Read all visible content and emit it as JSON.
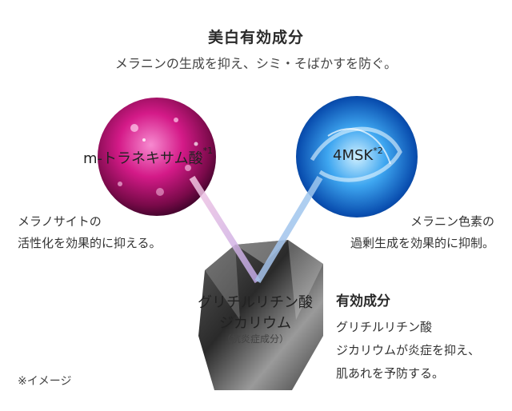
{
  "header": {
    "title": "美白有効成分",
    "subtitle": "メラニンの生成を抑え、シミ・そばかすを防ぐ。"
  },
  "ingredients": {
    "left": {
      "name": "m-トラネキサム酸",
      "mark": "*1",
      "desc_line1": "メラノサイトの",
      "desc_line2": "活性化を効果的に抑える。"
    },
    "right": {
      "name": "4MSK",
      "mark": "*2",
      "desc_line1": "メラニン色素の",
      "desc_line2": "過剰生成を効果的に抑制。"
    },
    "bottom": {
      "name_line1": "グリチルリチン酸",
      "name_line2": "ジカリウム",
      "sub": "（抗炎症成分）",
      "effect_title": "有効成分",
      "effect_line1": "グリチルリチン酸",
      "effect_line2": "ジカリウムが炎症を抑え、",
      "effect_line3": "肌あれを予防する。"
    }
  },
  "footnote": "※イメージ",
  "colors": {
    "pink": "#d41a88",
    "blue": "#1a8fe0",
    "silver": "#8a8a8a"
  }
}
